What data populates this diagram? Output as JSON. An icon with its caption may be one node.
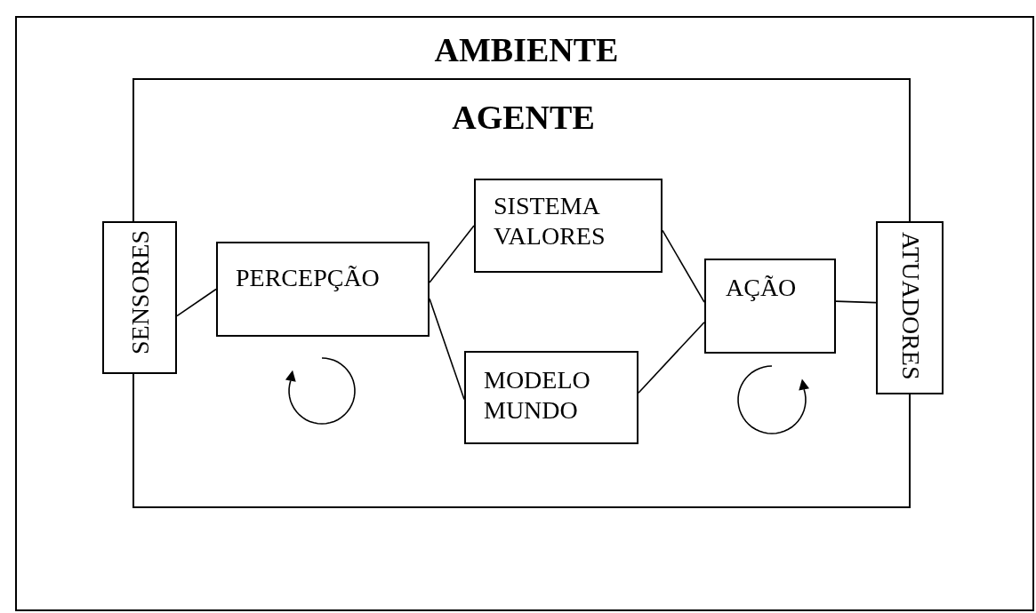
{
  "diagram": {
    "nodes": [
      {
        "text": [
          "AMBIENTE"
        ]
      },
      {
        "text": [
          "AGENTE"
        ],
        "in": 0
      },
      {
        "text": [
          "SENSORES"
        ],
        "in": 0
      },
      {
        "text": [
          "PERCEPÇÃO"
        ],
        "in": 1
      },
      {
        "text": [
          "SISTEMA VALORES"
        ],
        "in": 1
      },
      {
        "text": [
          "MODELO MUNDO"
        ],
        "in": 1
      },
      {
        "text": [
          "AÇÃO"
        ],
        "in": 1
      },
      {
        "text": [
          "ATUADORES"
        ],
        "in": 0
      }
    ],
    "edges": [
      {
        "from": 2,
        "to": 3,
        "arrow": "none"
      },
      {
        "from": 3,
        "to": 4,
        "arrow": "none"
      },
      {
        "from": 3,
        "to": 5,
        "arrow": "none"
      },
      {
        "from": 4,
        "to": 6,
        "arrow": "none"
      },
      {
        "from": 5,
        "to": 6,
        "arrow": "none"
      },
      {
        "from": 6,
        "to": 7,
        "arrow": "none"
      }
    ]
  }
}
